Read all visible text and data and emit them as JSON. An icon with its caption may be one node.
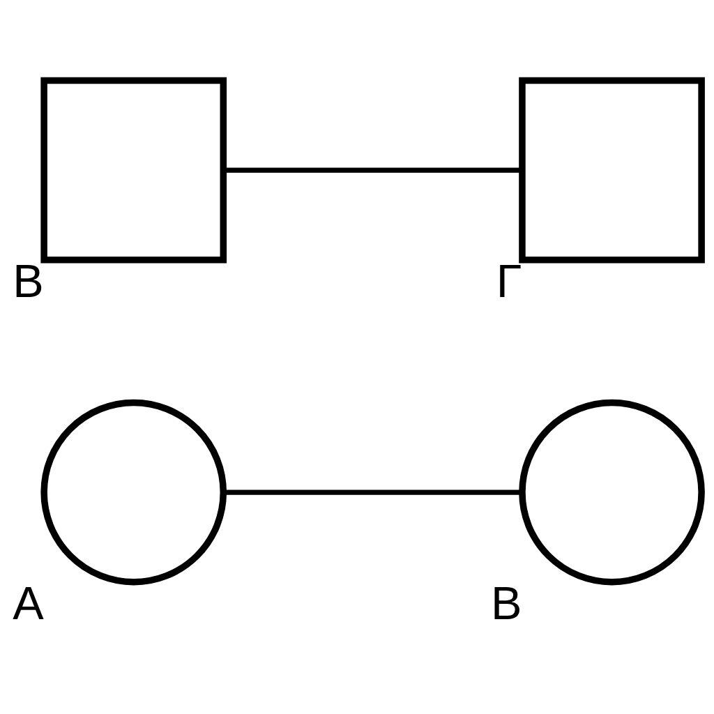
{
  "diagram": {
    "nodes": [
      {
        "text": [
          "А"
        ]
      },
      {
        "text": [
          "В"
        ]
      },
      {
        "text": [
          "В"
        ]
      },
      {
        "text": [
          "Г"
        ]
      }
    ],
    "edges": [
      {
        "from": 0,
        "to": 1,
        "arrow": "none"
      },
      {
        "from": 2,
        "to": 3,
        "arrow": "none"
      }
    ]
  }
}
